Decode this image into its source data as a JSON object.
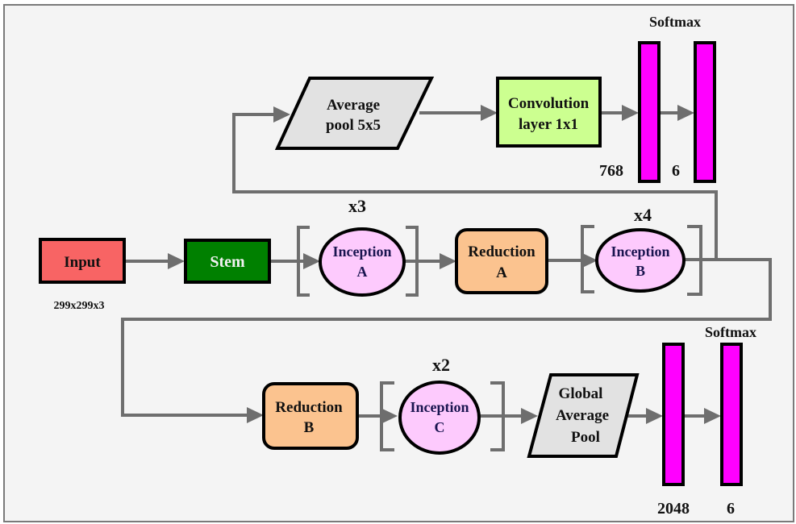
{
  "title": "Inception-v3 architecture diagram",
  "colors": {
    "input": "#f86464",
    "stem": "#008000",
    "reduction": "#fbc38f",
    "inception": "#fdcafd",
    "pool": "#e2e2e2",
    "conv": "#ccff90",
    "dense": "#ff00ff",
    "connector": "#6e6e6e"
  },
  "nodes": {
    "input": {
      "label": "Input",
      "size_label": "299x299x3"
    },
    "stem": {
      "label": "Stem"
    },
    "inception_a": {
      "line1": "Inception",
      "line2": "A",
      "repeat": "x3"
    },
    "reduction_a": {
      "line1": "Reduction",
      "line2": "A"
    },
    "inception_b": {
      "line1": "Inception",
      "line2": "B",
      "repeat": "x4"
    },
    "reduction_b": {
      "line1": "Reduction",
      "line2": "B"
    },
    "inception_c": {
      "line1": "Inception",
      "line2": "C",
      "repeat": "x2"
    },
    "global_pool": {
      "line1": "Global",
      "line2": "Average",
      "line3": "Pool"
    },
    "aux_pool": {
      "line1": "Average",
      "line2": "pool 5x5"
    },
    "aux_conv": {
      "line1": "Convolution",
      "line2": "layer  1x1"
    }
  },
  "aux_head": {
    "softmax_label": "Softmax",
    "dense_units": "768",
    "output_units": "6"
  },
  "main_head": {
    "softmax_label": "Softmax",
    "dense_units": "2048",
    "output_units": "6"
  }
}
